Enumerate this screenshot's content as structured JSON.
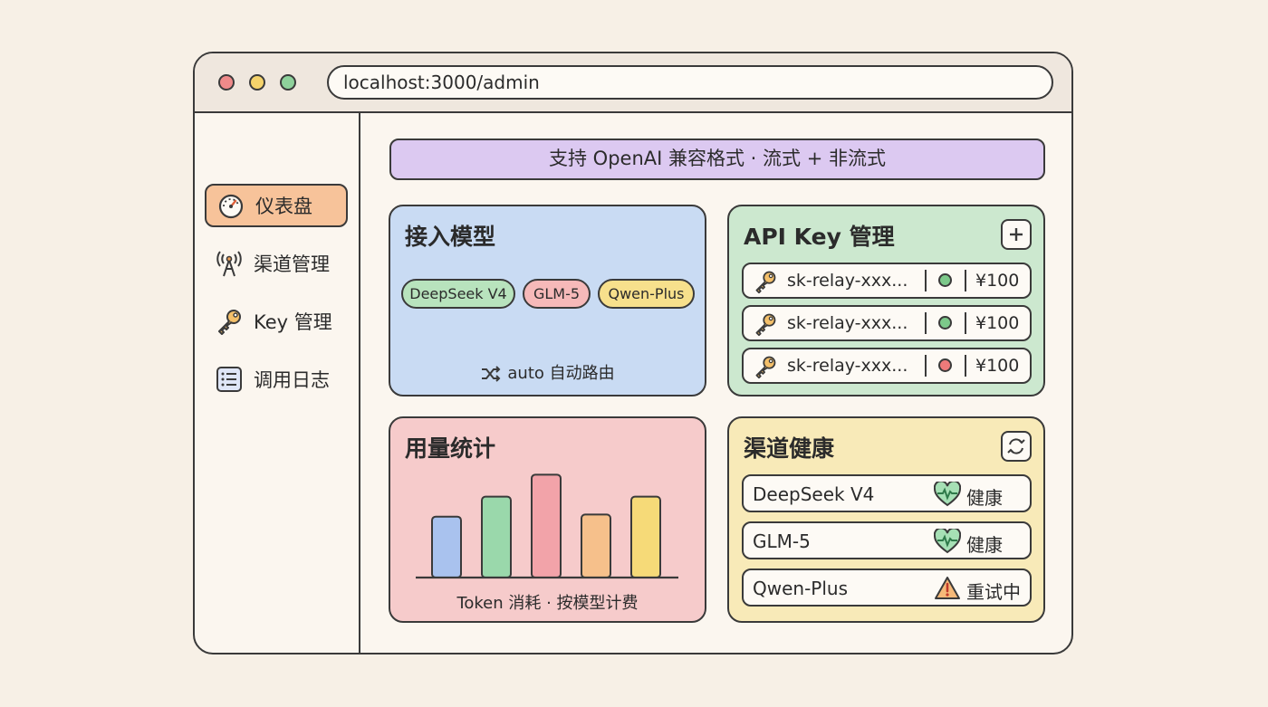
{
  "browser": {
    "url": "localhost:3000/admin"
  },
  "sidebar": {
    "items": [
      {
        "label": "仪表盘",
        "icon": "speedometer-icon",
        "active": true
      },
      {
        "label": "渠道管理",
        "icon": "antenna-icon",
        "active": false
      },
      {
        "label": "Key 管理",
        "icon": "key-icon",
        "active": false
      },
      {
        "label": "调用日志",
        "icon": "list-icon",
        "active": false
      }
    ]
  },
  "banner": {
    "text": "支持 OpenAI 兼容格式 · 流式 + 非流式"
  },
  "models_card": {
    "title": "接入模型",
    "models": [
      "DeepSeek V4",
      "GLM-5",
      "Qwen-Plus"
    ],
    "routing": "auto 自动路由"
  },
  "keys_card": {
    "title": "API Key 管理",
    "add_icon": "plus-icon",
    "keys": [
      {
        "key": "sk-relay-xxx...",
        "status": "active",
        "status_color": "#7cc98a",
        "balance": "¥100"
      },
      {
        "key": "sk-relay-xxx...",
        "status": "active",
        "status_color": "#7cc98a",
        "balance": "¥100"
      },
      {
        "key": "sk-relay-xxx...",
        "status": "disabled",
        "status_color": "#ee7a7a",
        "balance": "¥100"
      }
    ]
  },
  "usage_card": {
    "title": "用量统计",
    "caption": "Token 消耗 · 按模型计费"
  },
  "chart_data": {
    "type": "bar",
    "values": [
      0.58,
      0.77,
      0.98,
      0.6,
      0.77
    ],
    "colors": [
      "#a9c2ee",
      "#9ad8ab",
      "#f2a3a9",
      "#f6c08b",
      "#f6da78"
    ],
    "ylim": [
      0,
      1
    ]
  },
  "health_card": {
    "title": "渠道健康",
    "refresh_icon": "refresh-icon",
    "channels": [
      {
        "name": "DeepSeek V4",
        "status": "健康",
        "icon": "heartbeat-icon"
      },
      {
        "name": "GLM-5",
        "status": "健康",
        "icon": "heartbeat-icon"
      },
      {
        "name": "Qwen-Plus",
        "status": "重试中",
        "icon": "warning-icon"
      }
    ]
  },
  "colors": {
    "accent_active": "#f7c39a",
    "banner": "#dcc9f1",
    "healthy_green": "#5fbf83",
    "warning_orange": "#f0a25a"
  }
}
